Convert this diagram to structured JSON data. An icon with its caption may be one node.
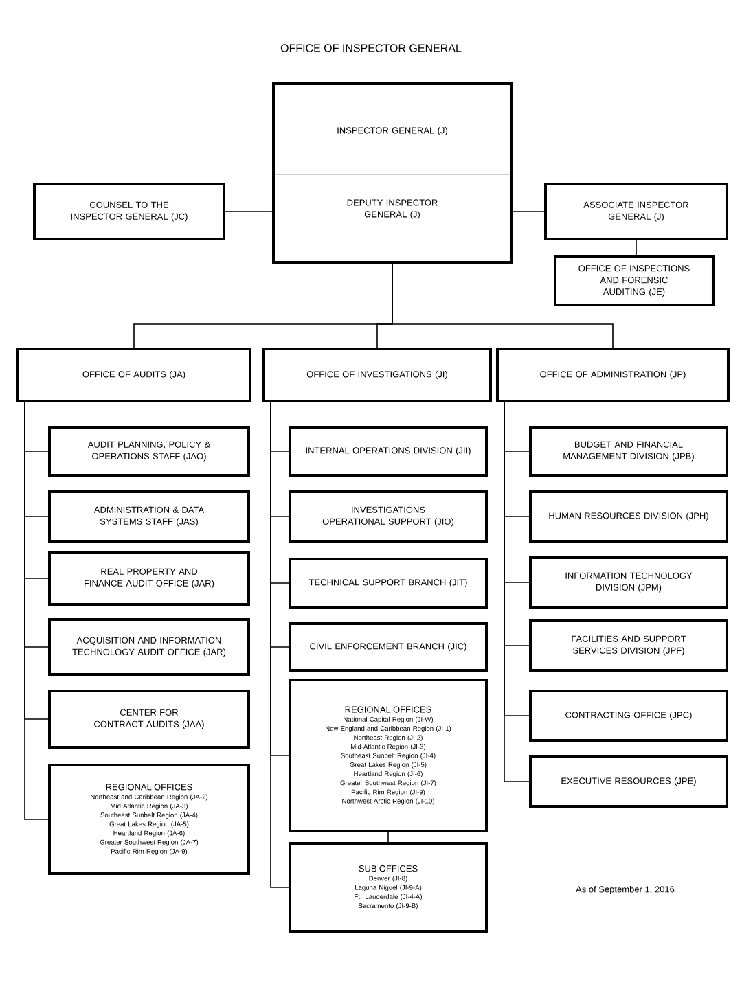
{
  "diagram": {
    "title": "OFFICE OF INSPECTOR GENERAL",
    "nodes": [
      {
        "text": [
          "INSPECTOR GENERAL (J)",
          "DEPUTY INSPECTOR GENERAL (J)"
        ]
      },
      {
        "text": [
          "COUNSEL TO THE INSPECTOR GENERAL (JC)"
        ]
      },
      {
        "text": [
          "ASSOCIATE INSPECTOR GENERAL (J)"
        ]
      },
      {
        "text": [
          "OFFICE OF INSPECTIONS AND FORENSIC AUDITING (JE)"
        ]
      },
      {
        "text": [
          "OFFICE OF AUDITS (JA)"
        ]
      },
      {
        "text": [
          "OFFICE OF INVESTIGATIONS (JI)"
        ]
      },
      {
        "text": [
          "OFFICE OF ADMINISTRATION (JP)"
        ]
      },
      {
        "text": [
          "AUDIT PLANNING, POLICY & OPERATIONS STAFF (JAO)"
        ]
      },
      {
        "text": [
          "ADMINISTRATION & DATA SYSTEMS STAFF (JAS)"
        ]
      },
      {
        "text": [
          "REAL PROPERTY AND FINANCE AUDIT OFFICE (JAR)"
        ]
      },
      {
        "text": [
          "ACQUISITION AND INFORMATION TECHNOLOGY AUDIT OFFICE (JAR)"
        ]
      },
      {
        "text": [
          "CENTER FOR CONTRACT AUDITS (JAA)"
        ]
      },
      {
        "text": [
          "REGIONAL OFFICES",
          "Northeast and Caribbean Region (JA-2)",
          "Mid Atlantic Region (JA-3)",
          "Southeast Sunbelt Region (JA-4)",
          "Great Lakes Region (JA-5)",
          "Heartland Region (JA-6)",
          "Greater Southwest Region (JA-7)",
          "Pacific Rim Region (JA-9)"
        ]
      },
      {
        "text": [
          "INTERNAL OPERATIONS DIVISION (JII)"
        ]
      },
      {
        "text": [
          "INVESTIGATIONS OPERATIONAL SUPPORT (JIO)"
        ]
      },
      {
        "text": [
          "TECHNICAL SUPPORT BRANCH (JIT)"
        ]
      },
      {
        "text": [
          "CIVIL ENFORCEMENT BRANCH (JIC)"
        ]
      },
      {
        "text": [
          "REGIONAL OFFICES",
          "National Capital Region (JI-W)",
          "New England and Caribbean Region (JI-1)",
          "Northeast Region (JI-2)",
          "Mid-Atlantic Region (JI-3)",
          "Southeast Sunbelt Region (JI-4)",
          "Great Lakes Region (JI-5)",
          "Heartland Region (JI-6)",
          "Greater Southwest Region (JI-7)",
          "Pacific Rim Region (JI-9)",
          "Northwest Arctic Region (JI-10)"
        ]
      },
      {
        "text": [
          "SUB OFFICES",
          "Denver (JI-8)",
          "Laguna Niguel (JI-9-A)",
          "Ft. Lauderdale (JI-4-A)",
          "Sacramento (JI-9-B)"
        ]
      },
      {
        "text": [
          "BUDGET AND FINANCIAL MANAGEMENT DIVISION (JPB)"
        ]
      },
      {
        "text": [
          "HUMAN RESOURCES DIVISION (JPH)"
        ]
      },
      {
        "text": [
          "INFORMATION TECHNOLOGY DIVISION (JPM)"
        ]
      },
      {
        "text": [
          "FACILITIES AND SUPPORT SERVICES DIVISION (JPF)"
        ]
      },
      {
        "text": [
          "CONTRACTING OFFICE (JPC)"
        ]
      },
      {
        "text": [
          "EXECUTIVE RESOURCES (JPE)"
        ]
      }
    ],
    "edges": [
      {
        "from": 0,
        "to": 1,
        "arrow": "none"
      },
      {
        "from": 0,
        "to": 2,
        "arrow": "none"
      },
      {
        "from": 2,
        "to": 3,
        "arrow": "none"
      },
      {
        "from": 0,
        "to": 4,
        "arrow": "none"
      },
      {
        "from": 0,
        "to": 5,
        "arrow": "none"
      },
      {
        "from": 0,
        "to": 6,
        "arrow": "none"
      },
      {
        "from": 4,
        "to": 7,
        "arrow": "none"
      },
      {
        "from": 4,
        "to": 8,
        "arrow": "none"
      },
      {
        "from": 4,
        "to": 9,
        "arrow": "none"
      },
      {
        "from": 4,
        "to": 10,
        "arrow": "none"
      },
      {
        "from": 4,
        "to": 11,
        "arrow": "none"
      },
      {
        "from": 4,
        "to": 12,
        "arrow": "none"
      },
      {
        "from": 5,
        "to": 13,
        "arrow": "none"
      },
      {
        "from": 5,
        "to": 14,
        "arrow": "none"
      },
      {
        "from": 5,
        "to": 15,
        "arrow": "none"
      },
      {
        "from": 5,
        "to": 16,
        "arrow": "none"
      },
      {
        "from": 5,
        "to": 17,
        "arrow": "none"
      },
      {
        "from": 5,
        "to": 18,
        "arrow": "none"
      },
      {
        "from": 17,
        "to": 18,
        "arrow": "none"
      },
      {
        "from": 6,
        "to": 19,
        "arrow": "none"
      },
      {
        "from": 6,
        "to": 20,
        "arrow": "none"
      },
      {
        "from": 6,
        "to": 21,
        "arrow": "none"
      },
      {
        "from": 6,
        "to": 22,
        "arrow": "none"
      },
      {
        "from": 6,
        "to": 23,
        "arrow": "none"
      },
      {
        "from": 6,
        "to": 24,
        "arrow": "none"
      }
    ],
    "labels": [
      "As of September 1, 2016"
    ]
  }
}
